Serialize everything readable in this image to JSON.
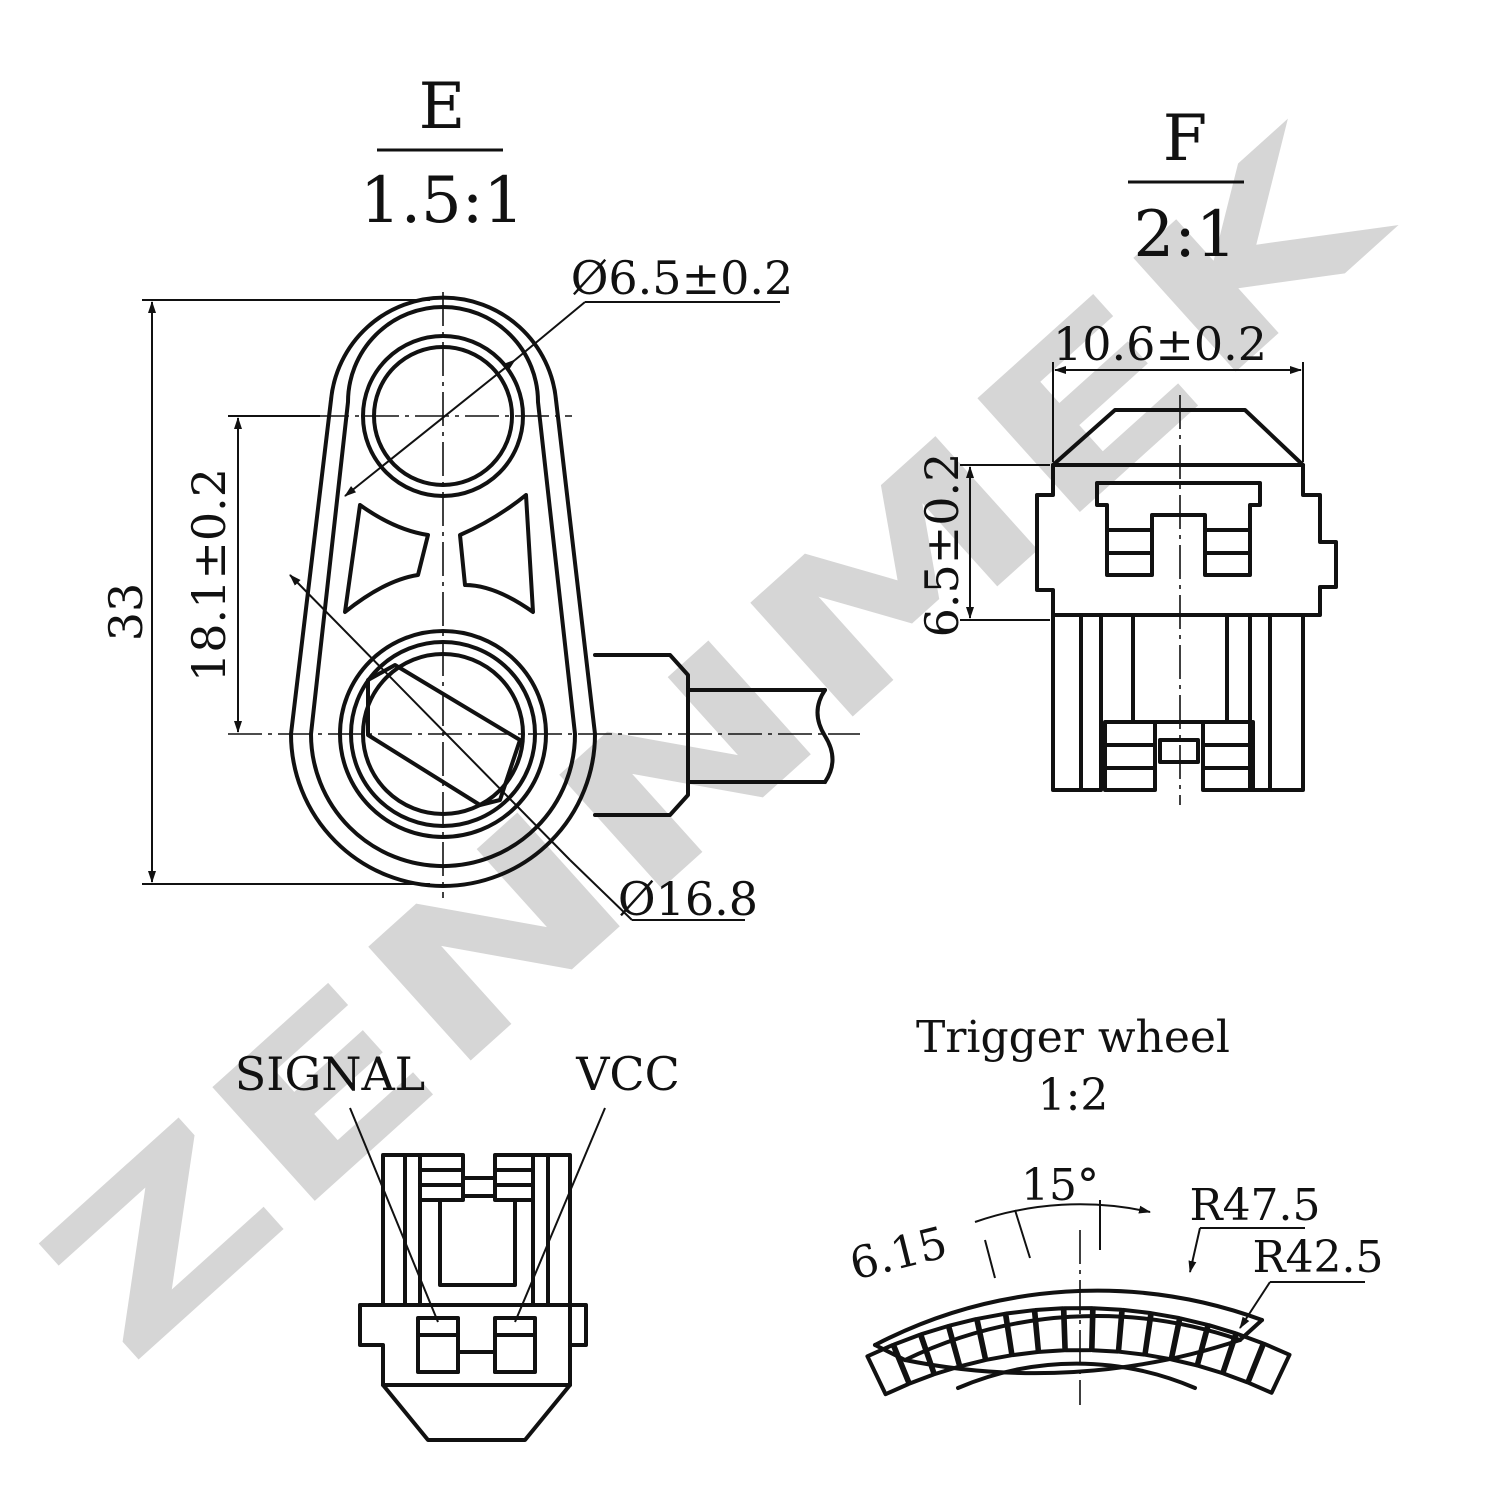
{
  "watermark": "ZENNMEK",
  "view_e": {
    "label": "E",
    "scale": "1.5:1"
  },
  "view_f": {
    "label": "F",
    "scale": "2:1"
  },
  "dims": {
    "bore_small": "Ø6.5±0.2",
    "bore_large": "Ø16.8",
    "center_distance": "18.1±0.2",
    "overall_length": "33",
    "width_f": "10.6±0.2",
    "height_f": "6.5±0.2"
  },
  "connector": {
    "signal": "SIGNAL",
    "vcc": "VCC"
  },
  "trigger_wheel": {
    "title": "Trigger wheel",
    "scale": "1:2",
    "angle": "15°",
    "tooth": "6.15",
    "r_outer": "R47.5",
    "r_inner": "R42.5"
  }
}
